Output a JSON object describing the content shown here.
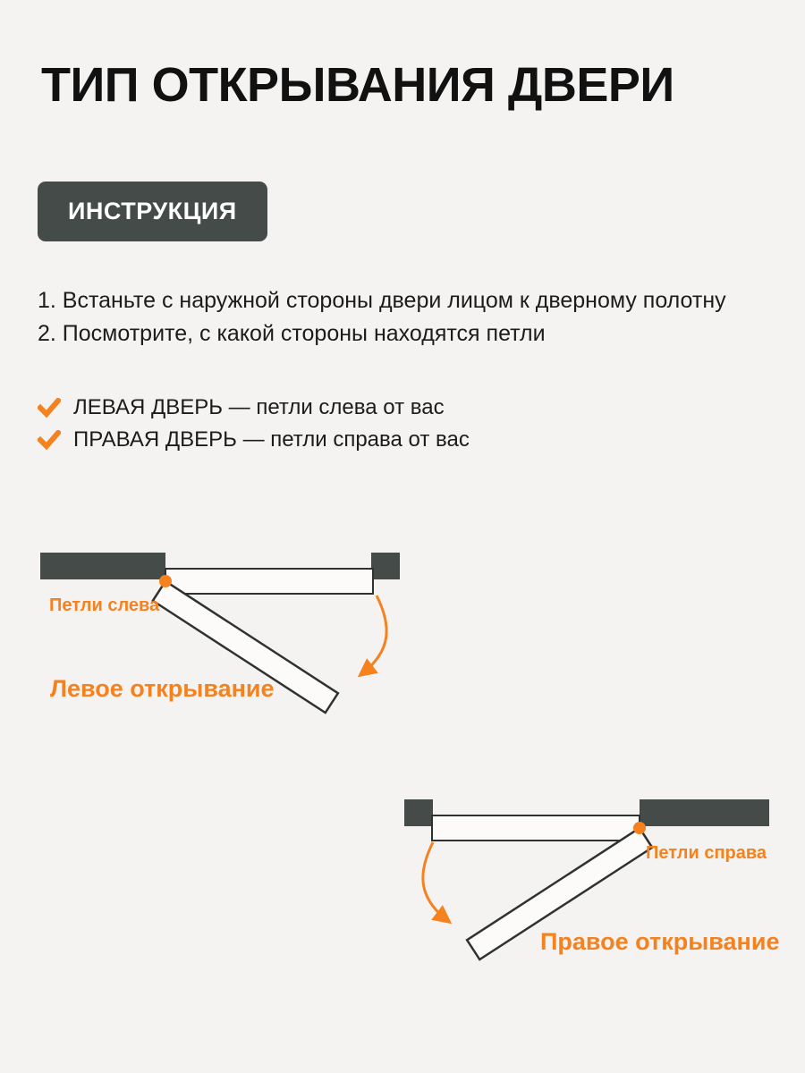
{
  "page": {
    "title": "ТИП ОТКРЫВАНИЯ ДВЕРИ"
  },
  "badge": {
    "label": "ИНСТРУКЦИЯ"
  },
  "instructions": {
    "steps": [
      "1. Встаньте с наружной стороны двери лицом к дверному полотну",
      "2. Посмотрите, с какой стороны находятся петли"
    ],
    "checks": [
      "ЛЕВАЯ ДВЕРЬ — петли слева от вас",
      "ПРАВАЯ ДВЕРЬ — петли справа от вас"
    ]
  },
  "diagrams": {
    "left": {
      "hinge_label": "Петли слева",
      "caption": "Левое открывание"
    },
    "right": {
      "hinge_label": "Петли справа",
      "caption": "Правое открывание"
    }
  },
  "icons": {
    "check": "check-icon",
    "hinge_dot": "hinge-dot",
    "swing_arrow": "curved-arrow"
  },
  "colors": {
    "accent_orange": "#F5821F",
    "dark_gray": "#454B49",
    "background": "#F4F3F1",
    "text": "#1C1C1C"
  }
}
